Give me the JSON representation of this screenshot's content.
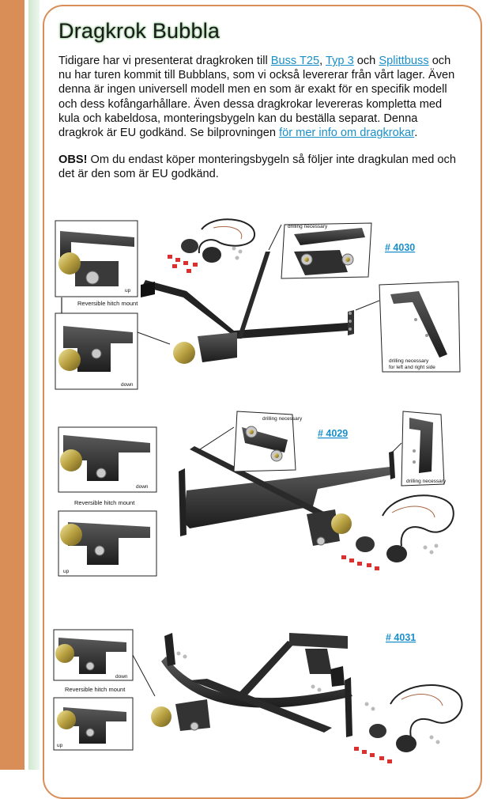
{
  "page": {
    "title": "Dragkrok Bubbla",
    "intro": {
      "t1": "Tidigare har vi presenterat dragkroken till ",
      "link_buss": "Buss T25",
      "sep1": ", ",
      "link_typ3": "Typ 3",
      "t2": " och ",
      "link_split": "Splittbuss",
      "t3": " och nu har turen kommit till Bubblans, som vi också levererar från vårt lager. Även denna är ingen universell modell men en som är exakt för en specifik modell och dess kofångarhållare. Även dessa dragkrokar levereras kompletta med kula och kabeldosa, monteringsbygeln kan du beställa separat. Denna dragkrok är EU godkänd. Se bilprovningen ",
      "link_info": "för mer info om dragkrokar",
      "t4": "."
    },
    "obs": {
      "label": "OBS!",
      "text": " Om du endast köper monteringsbygeln så följer inte dragkulan med och det är den som är EU godkänd."
    }
  },
  "products": [
    {
      "part_no": "# 4030",
      "labels": {
        "drill_top": "drilling necessary",
        "reversible": "Reversible hitch mount",
        "up": "up",
        "down": "down",
        "drill_side_1": "drilling necessary",
        "drill_side_2": "for left and right side"
      }
    },
    {
      "part_no": "# 4029",
      "labels": {
        "drill_top": "drilling necessary",
        "drill_side": "drilling necessary",
        "down": "down",
        "reversible": "Reversible hitch mount",
        "up": "up"
      }
    },
    {
      "part_no": "# 4031",
      "labels": {
        "down": "down",
        "reversible": "Reversible hitch mount",
        "up": "up"
      }
    }
  ],
  "colors": {
    "accent_orange": "#d98e58",
    "link": "#1a8fc9",
    "steel": "#2b2b2b",
    "brass": "#b8a040",
    "connector_red": "#d93030"
  }
}
